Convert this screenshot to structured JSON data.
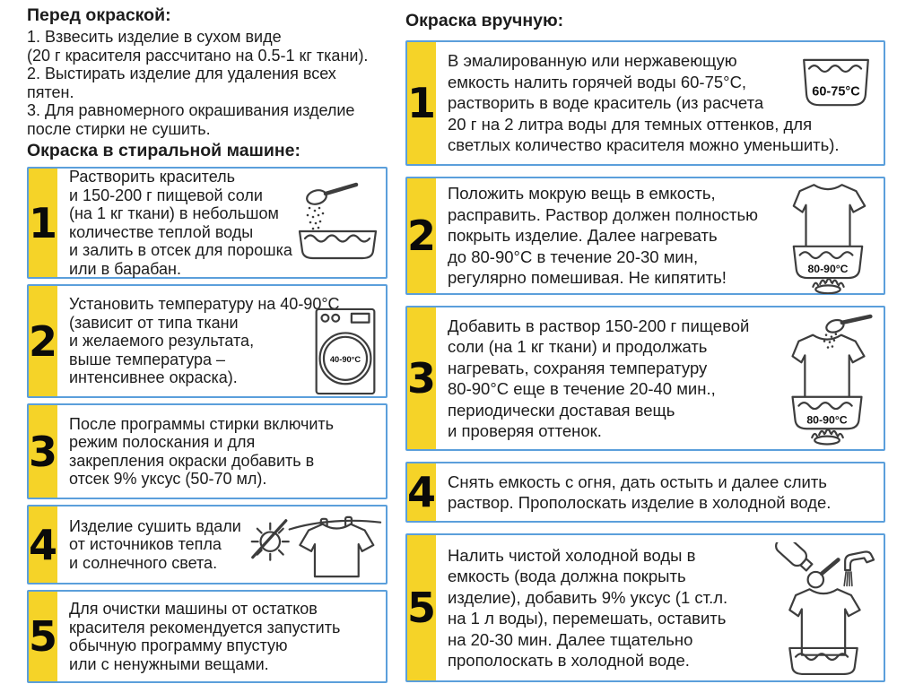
{
  "colors": {
    "accent_yellow": "#F5D328",
    "border_blue": "#5B9FDB",
    "ink": "#1C1C1C",
    "stroke": "#3D3D3D"
  },
  "intro": {
    "title": "Перед окраской:",
    "lines": [
      "1. Взвесить изделие в сухом виде",
      "(20 г красителя рассчитано на 0.5-1 кг ткани).",
      "2. Выстирать изделие для удаления всех",
      "пятен.",
      "3. Для равномерного окрашивания изделие",
      "после стирки не сушить."
    ]
  },
  "machine_section": {
    "title": "Окраска в стиральной машине:",
    "steps": [
      {
        "num": "1",
        "icon": "spoon-powder-pot",
        "lines": [
          "Растворить краситель",
          "и 150-200 г пищевой соли",
          "(на 1 кг ткани) в небольшом",
          "количестве теплой воды",
          "и залить в отсек для порошка",
          "или в барабан."
        ]
      },
      {
        "num": "2",
        "icon": "washing-machine",
        "icon_label": "40-90°C",
        "lines": [
          "Установить температуру на 40-90°C",
          "(зависит от типа ткани",
          "и желаемого результата,",
          "выше температура –",
          "интенсивнее окраска)."
        ]
      },
      {
        "num": "3",
        "icon": "none",
        "lines": [
          "После программы стирки включить",
          "режим полоскания и для",
          "закрепления окраски добавить в",
          "отсек 9% уксус (50-70 мл)."
        ]
      },
      {
        "num": "4",
        "icon": "no-sun-and-shirt-on-clothesline",
        "lines": [
          "Изделие сушить вдали",
          "от источников тепла",
          "и солнечного света."
        ]
      },
      {
        "num": "5",
        "icon": "none",
        "lines": [
          "Для очистки машины от остатков",
          "красителя рекомендуется запустить",
          "обычную программу впустую",
          "или с ненужными вещами."
        ]
      }
    ]
  },
  "hand_section": {
    "title": "Окраска вручную:",
    "steps": [
      {
        "num": "1",
        "icon": "pot-with-water",
        "icon_label": "60-75°C",
        "lines": [
          "В эмалированную или нержавеющую",
          "емкость налить горячей воды 60-75°C,",
          "растворить в воде краситель (из расчета",
          "20 г на 2 литра воды для темных оттенков, для",
          "светлых количество красителя можно уменьшить)."
        ]
      },
      {
        "num": "2",
        "icon": "shirt-in-pot-on-flame",
        "icon_label": "80-90°C",
        "lines": [
          "Положить мокрую вещь в емкость,",
          "расправить. Раствор должен полностью",
          "покрыть изделие. Далее нагревать",
          "до 80-90°C в течение 20-30 мин,",
          "регулярно помешивая. Не кипятить!"
        ]
      },
      {
        "num": "3",
        "icon": "spoon-powder-shirt-in-pot-on-flame",
        "icon_label": "80-90°C",
        "lines": [
          "Добавить в раствор 150-200 г пищевой",
          "соли (на 1 кг ткани) и продолжать",
          "нагревать, сохраняя температуру",
          "80-90°C еще в течение 20-40 мин.,",
          "периодически доставая вещь",
          "и проверяя оттенок."
        ]
      },
      {
        "num": "4",
        "icon": "none",
        "lines": [
          "Снять емкость с огня, дать остыть и далее слить",
          "раствор. Прополоскать изделие в холодной воде."
        ]
      },
      {
        "num": "5",
        "icon": "bottle-spoon-faucet-shirt-in-pot",
        "lines": [
          "Налить чистой холодной воды в",
          "емкость (вода должна покрыть",
          "изделие), добавить 9% уксус (1 ст.л.",
          "на 1 л воды), перемешать, оставить",
          "на 20-30 мин. Далее тщательно",
          "прополоскать в холодной воде."
        ]
      }
    ]
  }
}
